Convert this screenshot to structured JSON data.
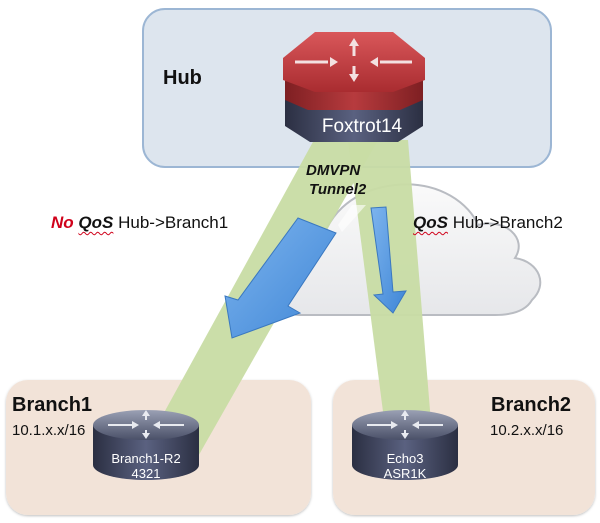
{
  "diagram": {
    "hub": {
      "title": "Hub",
      "router_name": "Foxtrot14",
      "router_icon": "router-icon",
      "fill_color": "#dde5ee",
      "border_color": "#8eaacc",
      "router_color": "#b73b3e"
    },
    "tunnel": {
      "line1": "DMVPN",
      "line2": "Tunnel2",
      "beam_color": "#c8dca4"
    },
    "flows": [
      {
        "prefix": "No",
        "qos": "QoS",
        "path": "Hub->Branch1",
        "arrow_icon": "arrow-down-left-icon"
      },
      {
        "prefix": "",
        "qos": "QoS",
        "path": "Hub->Branch2",
        "arrow_icon": "arrow-down-icon"
      }
    ],
    "cloud_icon": "cloud-icon",
    "branches": [
      {
        "title": "Branch1",
        "subnet": "10.1.x.x/16",
        "router_line1": "Branch1-R2",
        "router_line2": "4321",
        "router_icon": "router-icon"
      },
      {
        "title": "Branch2",
        "subnet": "10.2.x.x/16",
        "router_line1": "Echo3",
        "router_line2": "ASR1K",
        "router_icon": "router-icon"
      }
    ],
    "colors": {
      "branch_fill": "#f2e3d8",
      "arrow_blue": "#5b9be0",
      "accent_red": "#d0021b"
    }
  }
}
